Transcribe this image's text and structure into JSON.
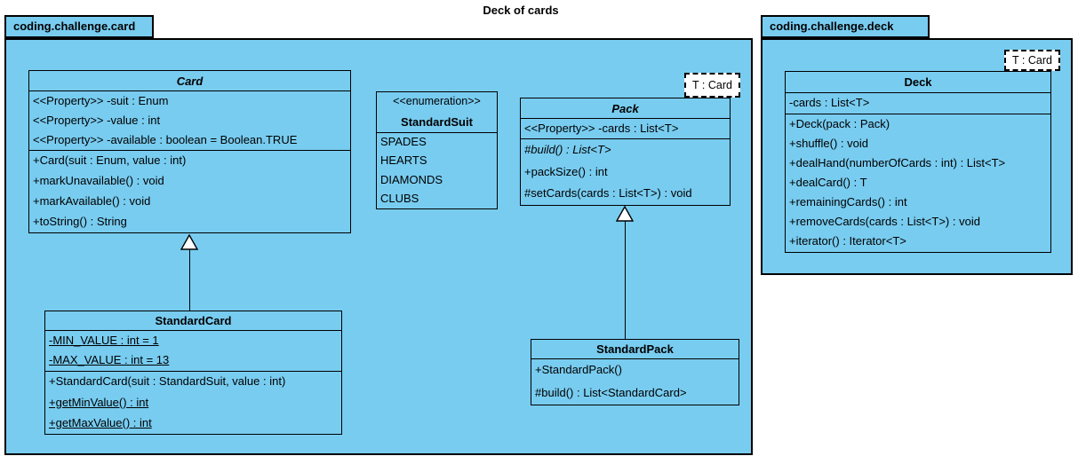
{
  "diagram": {
    "title": "Deck of cards"
  },
  "colors": {
    "shape_fill": "#78CCF0",
    "border": "#000000",
    "background": "#FFFFFF"
  },
  "packages": {
    "card": {
      "name": "coding.challenge.card"
    },
    "deck": {
      "name": "coding.challenge.deck"
    }
  },
  "classes": {
    "card": {
      "title": "Card",
      "attributes": [
        "<<Property>> -suit : Enum",
        "<<Property>> -value : int",
        "<<Property>> -available : boolean = Boolean.TRUE"
      ],
      "methods": [
        "+Card(suit : Enum, value : int)",
        "+markUnavailable() : void",
        "+markAvailable() : void",
        "+toString() : String"
      ]
    },
    "standard_suit": {
      "stereotype": "<<enumeration>>",
      "title": "StandardSuit",
      "literals": [
        "SPADES",
        "HEARTS",
        "DIAMONDS",
        "CLUBS"
      ]
    },
    "pack": {
      "template_param": "T : Card",
      "title": "Pack",
      "attributes": [
        "<<Property>> -cards : List<T>"
      ],
      "methods": [
        "#build() : List<T>",
        "+packSize() : int",
        "#setCards(cards : List<T>) : void"
      ]
    },
    "standard_card": {
      "title": "StandardCard",
      "attributes": [
        "-MIN_VALUE : int = 1",
        "-MAX_VALUE : int = 13"
      ],
      "methods": [
        "+StandardCard(suit : StandardSuit, value : int)",
        "+getMinValue() : int",
        "+getMaxValue() : int"
      ]
    },
    "standard_pack": {
      "title": "StandardPack",
      "methods": [
        "+StandardPack()",
        "#build() : List<StandardCard>"
      ]
    },
    "deck": {
      "template_param": "T : Card",
      "title": "Deck",
      "attributes": [
        "-cards : List<T>"
      ],
      "methods": [
        "+Deck(pack : Pack)",
        "+shuffle() : void",
        "+dealHand(numberOfCards : int) : List<T>",
        "+dealCard() : T",
        "+remainingCards() : int",
        "+removeCards(cards : List<T>) : void",
        "+iterator() : Iterator<T>"
      ]
    }
  },
  "relations": [
    {
      "type": "generalization",
      "from": "StandardCard",
      "to": "Card"
    },
    {
      "type": "generalization",
      "from": "StandardPack",
      "to": "Pack"
    }
  ]
}
